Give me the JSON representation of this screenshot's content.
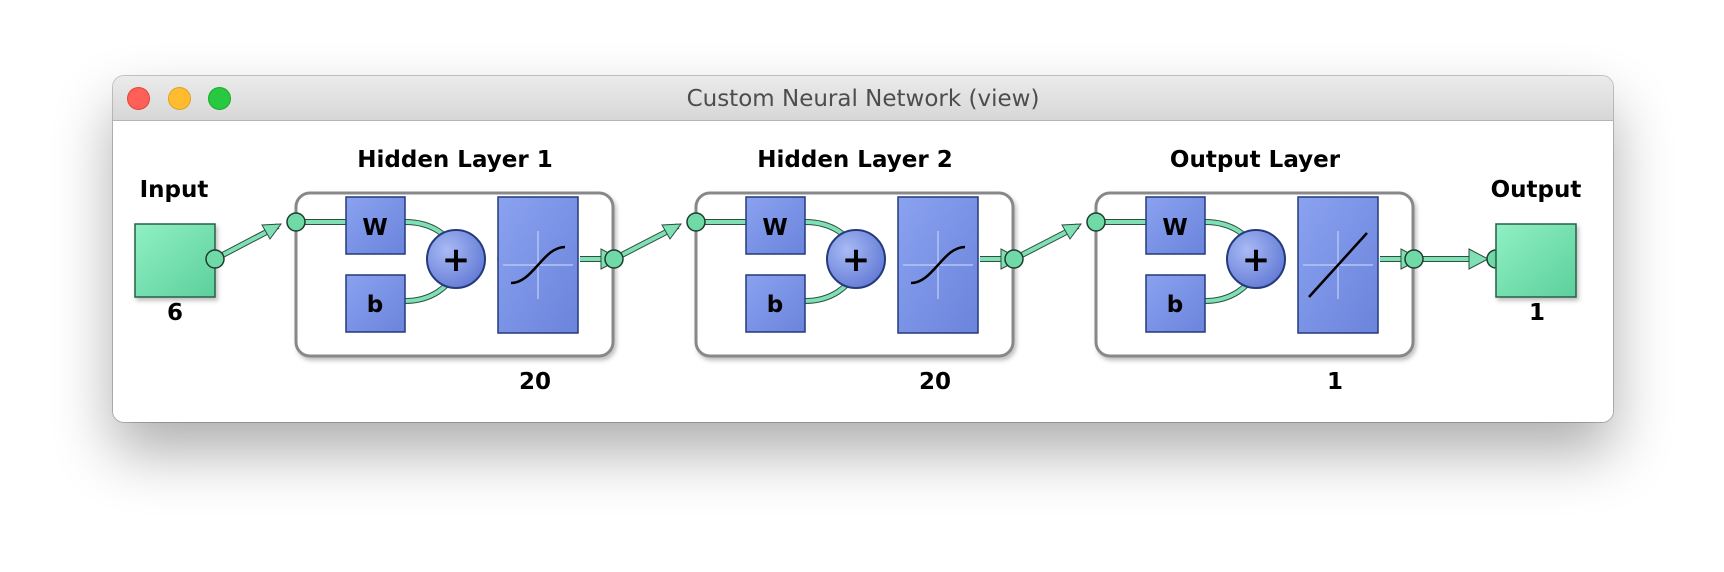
{
  "window": {
    "title": "Custom Neural Network (view)",
    "buttons": [
      "close",
      "minimize",
      "zoom"
    ]
  },
  "network": {
    "input": {
      "label": "Input",
      "size": "6"
    },
    "layers": [
      {
        "title": "Hidden Layer 1",
        "weight": "W",
        "bias": "b",
        "sum": "+",
        "transfer": "sigmoid-icon",
        "size": "20"
      },
      {
        "title": "Hidden Layer 2",
        "weight": "W",
        "bias": "b",
        "sum": "+",
        "transfer": "sigmoid-icon",
        "size": "20"
      },
      {
        "title": "Output Layer",
        "weight": "W",
        "bias": "b",
        "sum": "+",
        "transfer": "linear-icon",
        "size": "1"
      }
    ],
    "output": {
      "label": "Output",
      "size": "1"
    }
  },
  "colors": {
    "io_fill": "#73e2b0",
    "block_fill": "#7b93e6",
    "connector": "#7fe0b5",
    "layer_border": "#888888"
  }
}
